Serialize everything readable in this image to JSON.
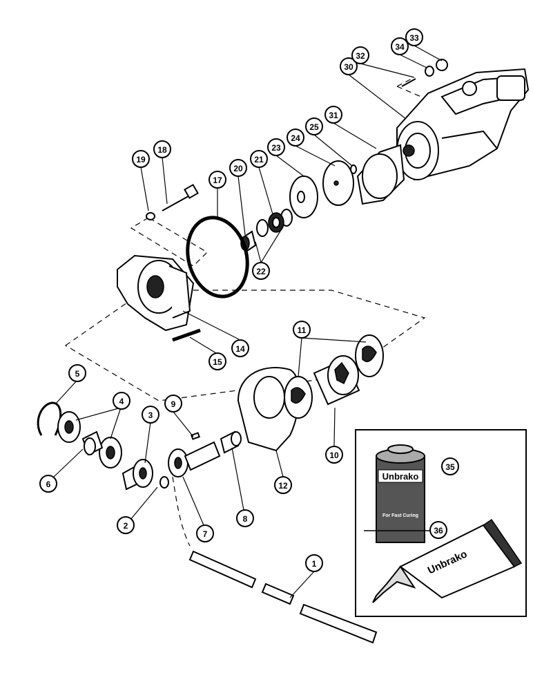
{
  "callouts": [
    {
      "id": "1",
      "label": "1"
    },
    {
      "id": "2",
      "label": "2"
    },
    {
      "id": "3",
      "label": "3"
    },
    {
      "id": "4",
      "label": "4"
    },
    {
      "id": "5",
      "label": "5"
    },
    {
      "id": "6",
      "label": "6"
    },
    {
      "id": "7",
      "label": "7"
    },
    {
      "id": "8",
      "label": "8"
    },
    {
      "id": "9",
      "label": "9"
    },
    {
      "id": "10",
      "label": "10"
    },
    {
      "id": "11",
      "label": "11"
    },
    {
      "id": "12",
      "label": "12"
    },
    {
      "id": "14",
      "label": "14"
    },
    {
      "id": "15",
      "label": "15"
    },
    {
      "id": "17",
      "label": "17"
    },
    {
      "id": "18",
      "label": "18"
    },
    {
      "id": "19",
      "label": "19"
    },
    {
      "id": "20",
      "label": "20"
    },
    {
      "id": "21",
      "label": "21"
    },
    {
      "id": "22",
      "label": "22"
    },
    {
      "id": "23",
      "label": "23"
    },
    {
      "id": "24",
      "label": "24"
    },
    {
      "id": "25",
      "label": "25"
    },
    {
      "id": "30",
      "label": "30"
    },
    {
      "id": "31",
      "label": "31"
    },
    {
      "id": "32",
      "label": "32"
    },
    {
      "id": "33",
      "label": "33"
    },
    {
      "id": "34",
      "label": "34"
    },
    {
      "id": "35",
      "label": "35"
    },
    {
      "id": "36",
      "label": "36"
    }
  ],
  "products": {
    "can_brand": "Unbrako",
    "can_subtext": "For Fast Curing",
    "tube_brand": "Unbrako"
  }
}
